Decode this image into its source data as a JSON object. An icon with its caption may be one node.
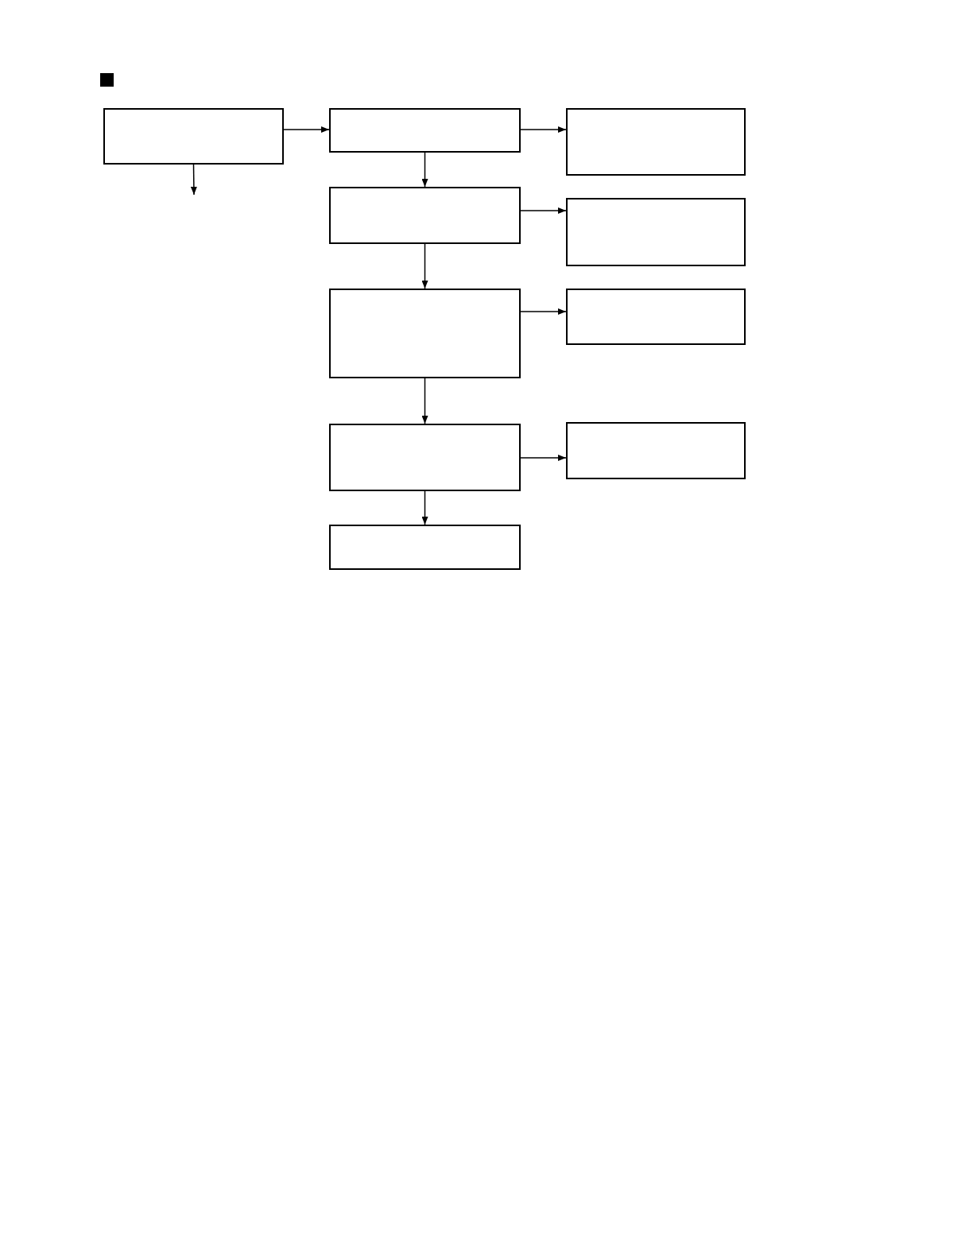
{
  "diagram": {
    "nodes": [
      {
        "text": [],
        "shape": "box"
      },
      {
        "text": [],
        "shape": "box"
      },
      {
        "text": [],
        "shape": "box"
      },
      {
        "text": [],
        "shape": "box"
      },
      {
        "text": [],
        "shape": "box"
      },
      {
        "text": [],
        "shape": "box"
      },
      {
        "text": [],
        "shape": "box"
      },
      {
        "text": [],
        "shape": "box"
      },
      {
        "text": [],
        "shape": "box"
      },
      {
        "text": [],
        "shape": "box"
      }
    ],
    "edges": [
      {
        "from": 0,
        "to": 1,
        "arrow": "to"
      },
      {
        "from": 1,
        "to": 2,
        "arrow": "to"
      },
      {
        "from": 1,
        "to": 3,
        "arrow": "to"
      },
      {
        "from": 0,
        "to": null,
        "arrow": "to"
      },
      {
        "from": 3,
        "to": 4,
        "arrow": "to"
      },
      {
        "from": 3,
        "to": 5,
        "arrow": "to"
      },
      {
        "from": 5,
        "to": 6,
        "arrow": "to"
      },
      {
        "from": 5,
        "to": 7,
        "arrow": "to"
      },
      {
        "from": 7,
        "to": 8,
        "arrow": "to"
      },
      {
        "from": 7,
        "to": 9,
        "arrow": "to"
      }
    ]
  }
}
